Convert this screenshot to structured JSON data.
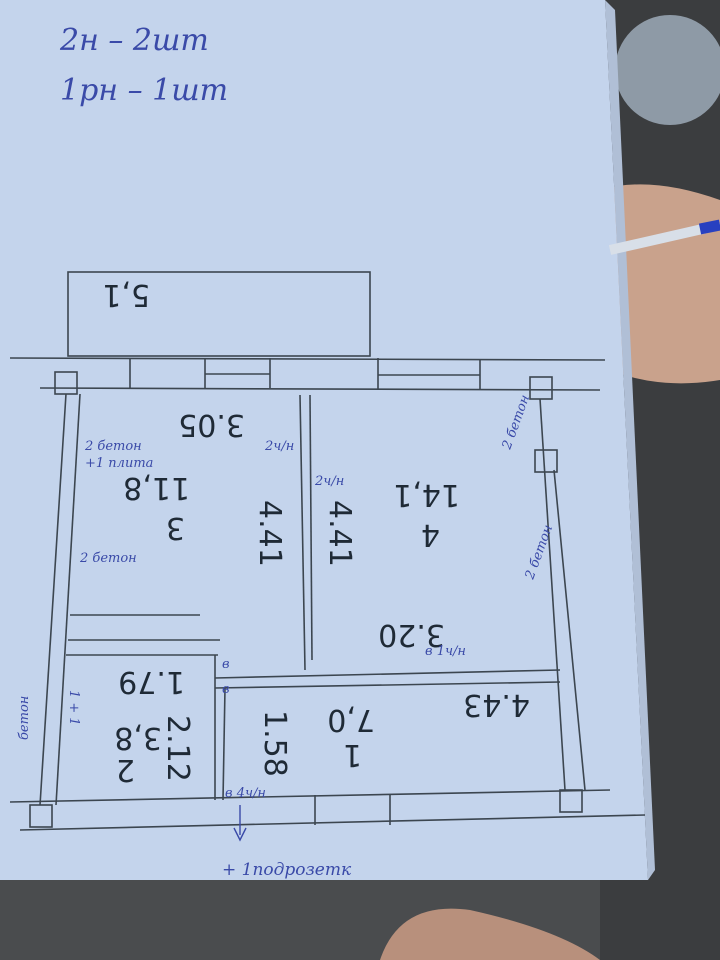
{
  "notes": {
    "line1": "2н – 2шт",
    "line2": "1рн – 1шт"
  },
  "plan": {
    "balcony_area": "5,1",
    "room3": {
      "number": "3",
      "area": "11,8",
      "width": "3.05",
      "length": "4.41"
    },
    "room4": {
      "number": "4",
      "area": "14,1",
      "width": "3.20",
      "length": "4.41"
    },
    "room1": {
      "number": "1",
      "area": "7,0",
      "width": "4.43",
      "length": "1.58"
    },
    "room2": {
      "number": "2",
      "area": "3,8",
      "width": "1.79",
      "length": "2.12"
    }
  },
  "annotations": {
    "left_top": "2 бетон",
    "left_top2": "+1 плита",
    "left_mid": "2 бетон",
    "wall_mid_left": "2ч/н",
    "wall_mid_right": "2ч/н",
    "right_top": "2 бетон",
    "right_mid": "2 бетон",
    "room4_bottom": "в 1ч/н",
    "v1": "в",
    "v2": "в",
    "bottom_door": "в 4ч/н",
    "under": "+ 1подрозетк",
    "left_beton": "бетон",
    "left_plus": "1 + 1"
  },
  "colors": {
    "paper": "#c4d4ec",
    "ink": "#3a4aa8",
    "print": "#1f2a36",
    "skin": "#c9a28c"
  }
}
